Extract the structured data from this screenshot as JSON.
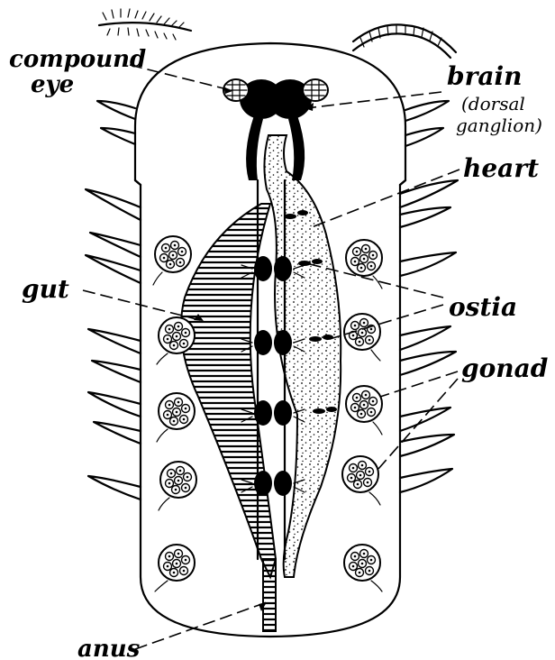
{
  "labels": {
    "compound_eye_line1": "compound",
    "compound_eye_line2": "eye",
    "brain": "brain",
    "brain_sub1": "(dorsal",
    "brain_sub2": "ganglion)",
    "heart": "heart",
    "gut": "gut",
    "ostia": "ostia",
    "gonad": "gonad",
    "anus": "anus"
  },
  "colors": {
    "ink": "#000000",
    "paper": "#ffffff"
  }
}
